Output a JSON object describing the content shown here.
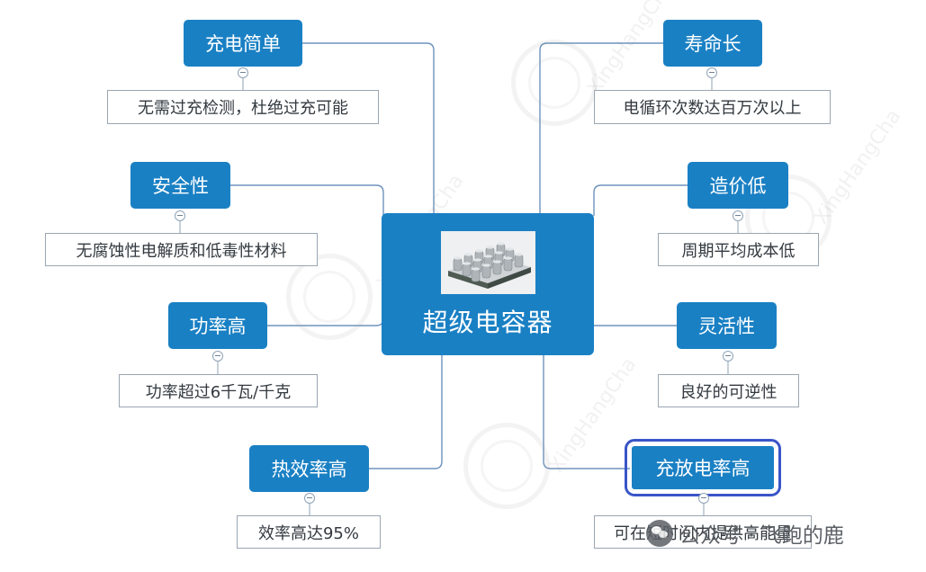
{
  "central": {
    "title": "超级电容器",
    "image": "supercapacitor-module-photo"
  },
  "branches": [
    {
      "id": "charge-simple",
      "topic": "充电简单",
      "detail": "无需过充检测，杜绝过充可能"
    },
    {
      "id": "safety",
      "topic": "安全性",
      "detail": "无腐蚀性电解质和低毒性材料"
    },
    {
      "id": "power",
      "topic": "功率高",
      "detail": "功率超过6千瓦/千克"
    },
    {
      "id": "thermal-efficiency",
      "topic": "热效率高",
      "detail": "效率高达95%"
    },
    {
      "id": "long-life",
      "topic": "寿命长",
      "detail": "电循环次数达百万次以上"
    },
    {
      "id": "low-cost",
      "topic": "造价低",
      "detail": "周期平均成本低"
    },
    {
      "id": "flexibility",
      "topic": "灵活性",
      "detail": "良好的可逆性"
    },
    {
      "id": "charge-rate",
      "topic": "充放电率高",
      "detail": "可在短时间内提供高能量",
      "selected": true
    }
  ],
  "overlay": {
    "credit": "公众号 · 飞跑的鹿",
    "icon": "wechat-icon"
  },
  "watermark": {
    "text": "XingHangCha",
    "icon": "watermark-logo-icon"
  },
  "colors": {
    "topic": "#1a80c4",
    "connector": "#6e93bd",
    "detail_border": "#9aa6b2",
    "selection": "#3a55c8"
  }
}
